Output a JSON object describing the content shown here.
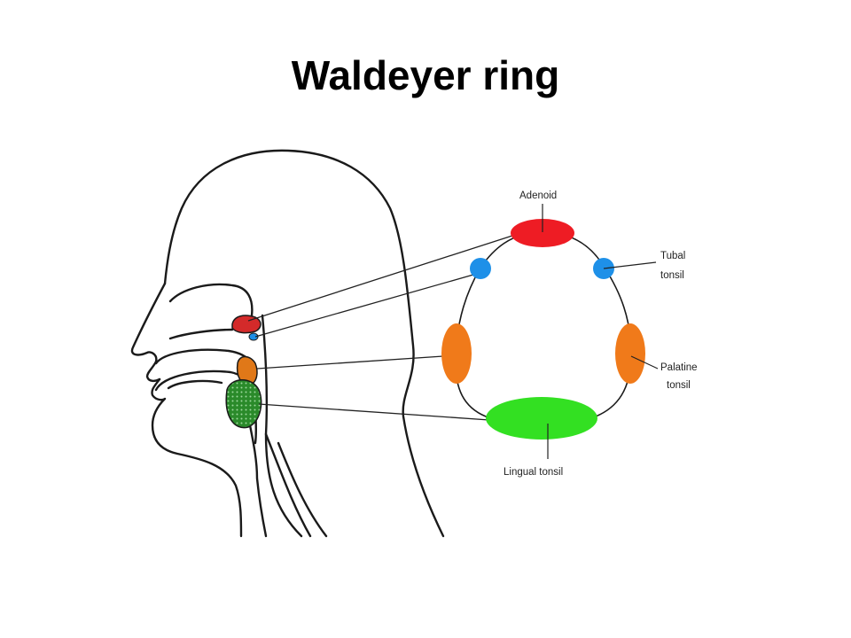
{
  "title": "Waldeyer ring",
  "labels": {
    "adenoid": "Adenoid",
    "tubal_line1": "Tubal",
    "tubal_line2": "tonsil",
    "palatine_line1": "Palatine",
    "palatine_line2": "tonsil",
    "lingual": "Lingual tonsil"
  },
  "colors": {
    "adenoid": "#ee1c24",
    "tubal": "#1e90e8",
    "palatine": "#f07a1a",
    "lingual": "#33e022",
    "lingual_in_head": "#2a8a2a",
    "outline": "#1a1a1a"
  }
}
